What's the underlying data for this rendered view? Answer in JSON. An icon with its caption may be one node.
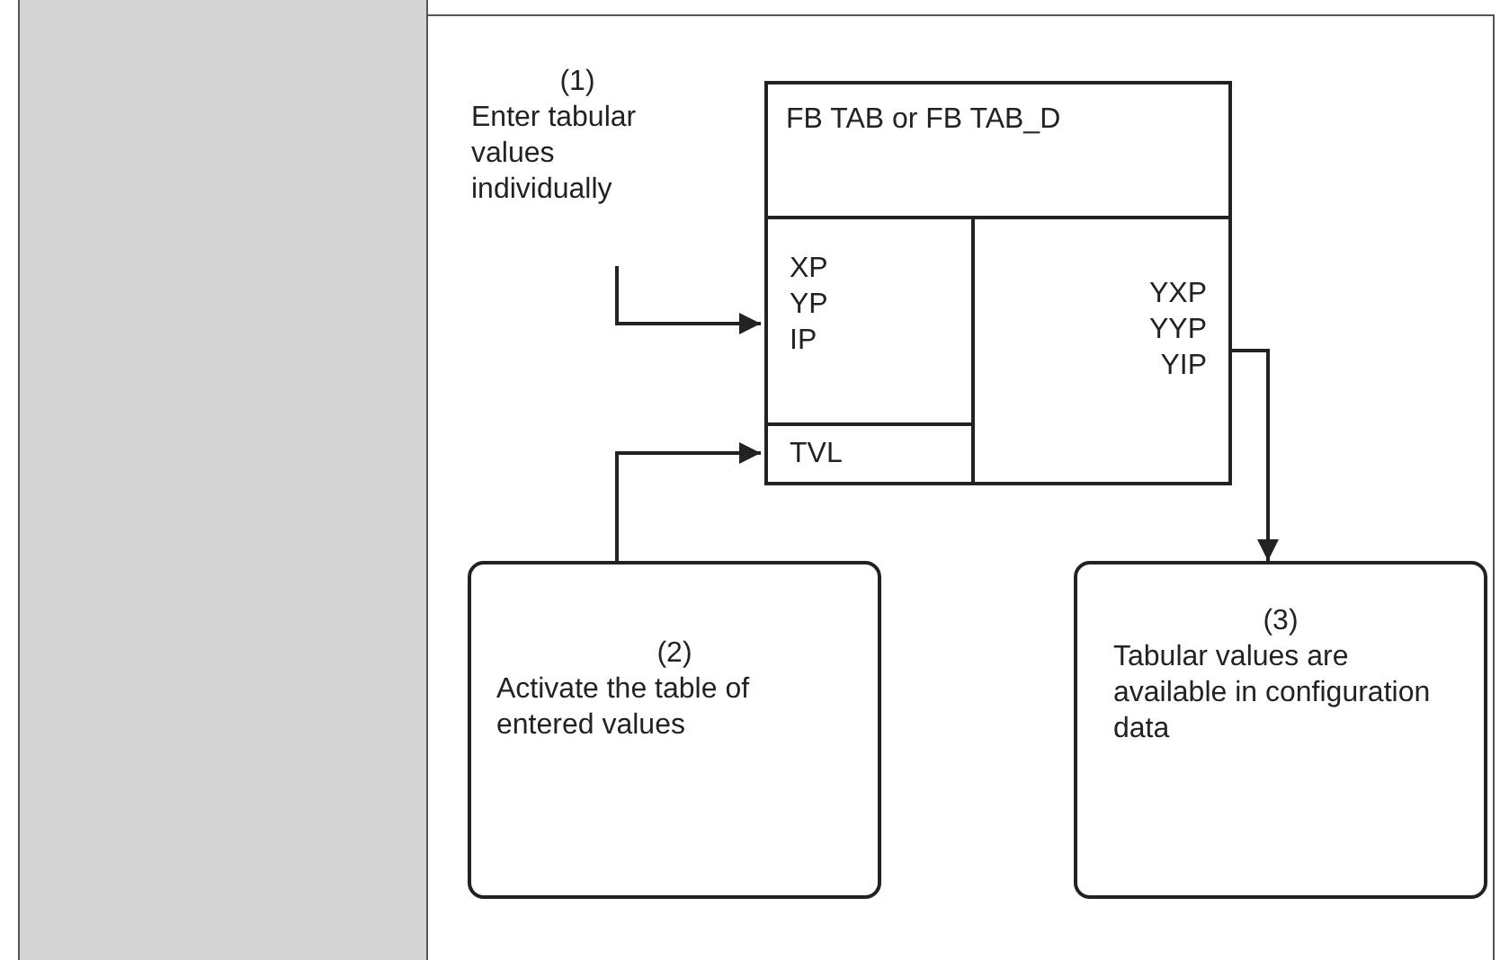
{
  "diagram": {
    "nodes": [
      {
        "text": [],
        "shape": "box"
      },
      {
        "text": [
          "(1)",
          "Enter tabular values individually"
        ]
      },
      {
        "text": [
          "FB TAB or FB TAB_D"
        ]
      },
      {
        "text": [
          "XP",
          "YP",
          "IP"
        ],
        "in": 2
      },
      {
        "text": [
          "TVL"
        ],
        "in": 2
      },
      {
        "text": [
          "YXP",
          "YYP",
          "YIP"
        ],
        "in": 2
      },
      {
        "text": [
          "(2)",
          "Activate the table of entered values"
        ]
      },
      {
        "text": [
          "(3)",
          "Tabular values are available in configuration data"
        ]
      }
    ],
    "edges": [
      {
        "from": 1,
        "to": 3,
        "arrow": "to"
      },
      {
        "from": 6,
        "to": 4,
        "arrow": "to"
      },
      {
        "from": 5,
        "to": 7,
        "arrow": "to"
      }
    ]
  }
}
